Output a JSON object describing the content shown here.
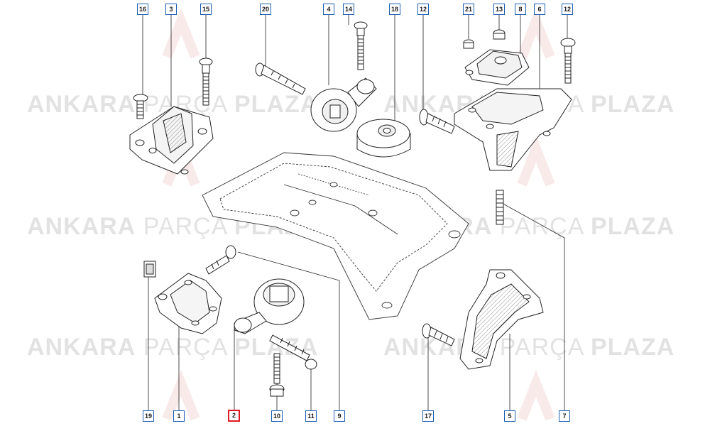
{
  "watermark": {
    "word1": "ANKARA",
    "word2": "PARÇA",
    "word3": "PLAZA"
  },
  "callouts": {
    "c16": "16",
    "c3": "3",
    "c15": "15",
    "c20": "20",
    "c4": "4",
    "c14": "14",
    "c18": "18",
    "c12a": "12",
    "c21": "21",
    "c13": "13",
    "c8": "8",
    "c6": "6",
    "c12b": "12",
    "c19": "19",
    "c1": "1",
    "c2": "2",
    "c10": "10",
    "c11": "11",
    "c9": "9",
    "c17": "17",
    "c5": "5",
    "c7": "7"
  },
  "highlight_color": "#e01b24",
  "callout_border_color": "#1a5fb4"
}
